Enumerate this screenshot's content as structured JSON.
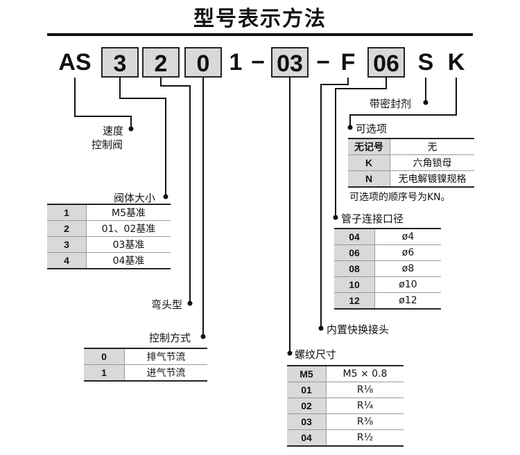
{
  "title": "型号表示方法",
  "code": {
    "prefix": "AS",
    "box1": "3",
    "box2": "2",
    "box3": "0",
    "digit": "1",
    "dash1": "−",
    "box4": "03",
    "dash2": "−",
    "f": "F",
    "box5": "06",
    "s": "S",
    "k": "K"
  },
  "labels": {
    "speed_control_valve_line1": "速度",
    "speed_control_valve_line2": "控制阀",
    "valve_size": "阀体大小",
    "elbow_type": "弯头型",
    "control_method": "控制方式",
    "thread_size": "螺纹尺寸",
    "built_in_fitting": "内置快换接头",
    "tube_od": "管子连接口径",
    "option": "可选项",
    "seal": "带密封剂"
  },
  "valve_size_table": [
    {
      "key": "1",
      "value": "M5基准"
    },
    {
      "key": "2",
      "value": "01、02基准"
    },
    {
      "key": "3",
      "value": "03基准"
    },
    {
      "key": "4",
      "value": "04基准"
    }
  ],
  "control_method_table": [
    {
      "key": "0",
      "value": "排气节流"
    },
    {
      "key": "1",
      "value": "进气节流"
    }
  ],
  "thread_size_table": [
    {
      "key": "M5",
      "value": "M5 × 0.8"
    },
    {
      "key": "01",
      "value": "R⅛"
    },
    {
      "key": "02",
      "value": "R¼"
    },
    {
      "key": "03",
      "value": "R⅜"
    },
    {
      "key": "04",
      "value": "R½"
    }
  ],
  "tube_table": [
    {
      "key": "04",
      "value": "ø4"
    },
    {
      "key": "06",
      "value": "ø6"
    },
    {
      "key": "08",
      "value": "ø8"
    },
    {
      "key": "10",
      "value": "ø10"
    },
    {
      "key": "12",
      "value": "ø12"
    }
  ],
  "option_table": [
    {
      "key": "无记号",
      "value": "无"
    },
    {
      "key": "K",
      "value": "六角锁母"
    },
    {
      "key": "N",
      "value": "无电解镀镍规格"
    }
  ],
  "option_note": "可选项的顺序号为KN。"
}
